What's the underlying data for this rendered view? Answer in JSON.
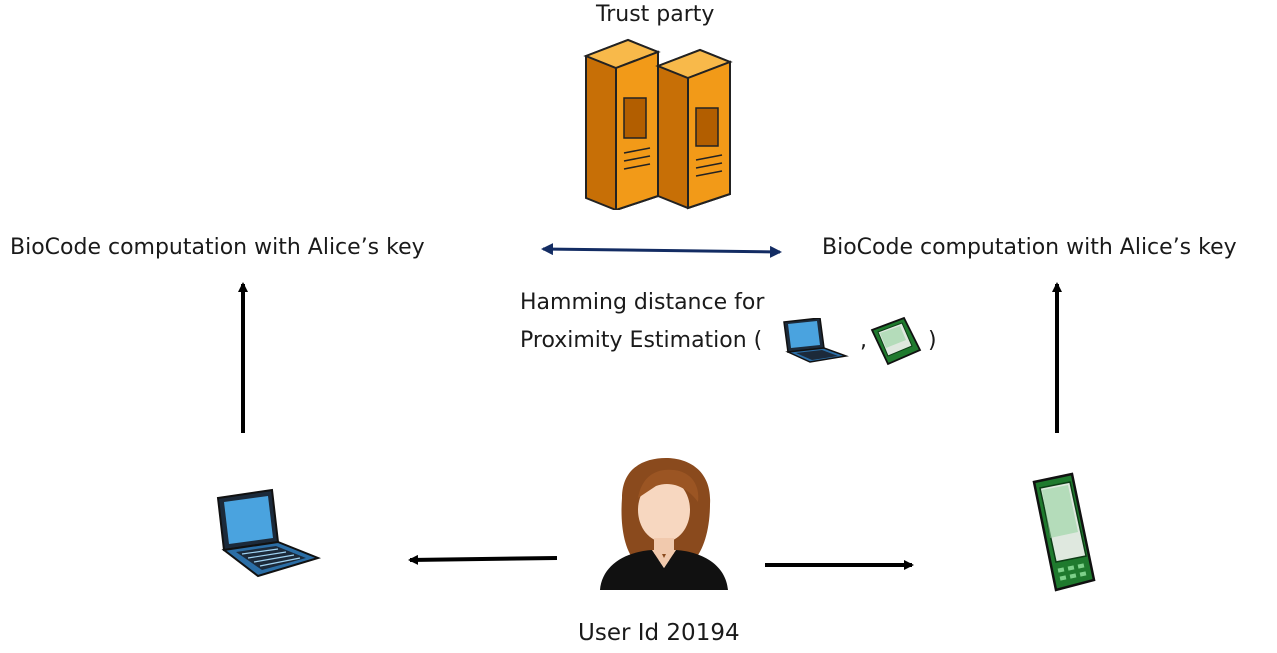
{
  "trust_party": {
    "label": "Trust party"
  },
  "left_node": {
    "label": "BioCode computation with Alice’s key"
  },
  "right_node": {
    "label": "BioCode computation with Alice’s key"
  },
  "center_note": {
    "line1": "Hamming distance for",
    "line2_prefix": "Proximity Estimation (",
    "separator": ",",
    "suffix": ")"
  },
  "user": {
    "label": "User Id 20194"
  },
  "colors": {
    "server_body": "#f29a18",
    "server_dark": "#c76f06",
    "link_arrow": "#132c63",
    "arrow": "#000000",
    "laptop_screen": "#4aa3df",
    "phone_body": "#1f7a2e"
  },
  "icons": [
    "server-icon",
    "laptop-icon",
    "phone-icon",
    "user-avatar-icon"
  ]
}
